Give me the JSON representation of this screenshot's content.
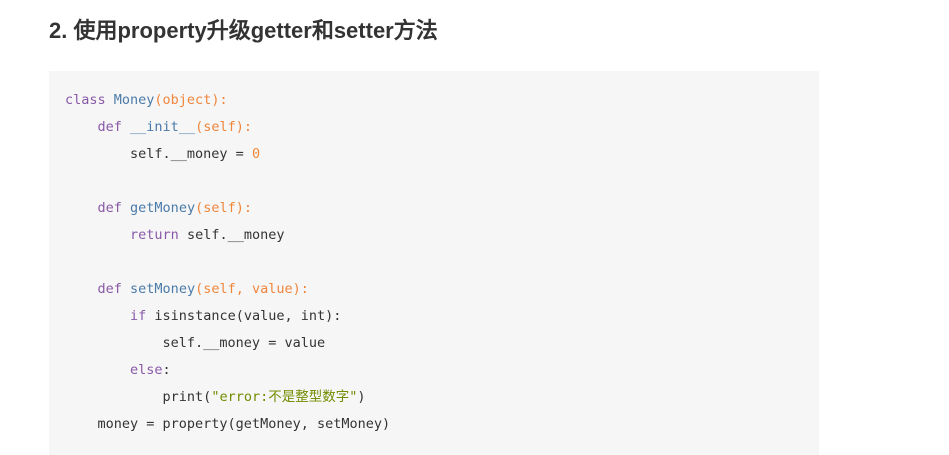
{
  "heading": "2. 使用property升级getter和setter方法",
  "code": {
    "lines": [
      [
        {
          "t": "class",
          "k": "kw"
        },
        {
          "t": " "
        },
        {
          "t": "Money",
          "k": "cls"
        },
        {
          "t": "(object):",
          "k": "param"
        }
      ],
      [
        {
          "t": "    "
        },
        {
          "t": "def",
          "k": "kw"
        },
        {
          "t": " "
        },
        {
          "t": "__init__",
          "k": "fn"
        },
        {
          "t": "(self):",
          "k": "param"
        }
      ],
      [
        {
          "t": "        self.__money = "
        },
        {
          "t": "0",
          "k": "num"
        }
      ],
      [
        {
          "t": ""
        }
      ],
      [
        {
          "t": "    "
        },
        {
          "t": "def",
          "k": "kw"
        },
        {
          "t": " "
        },
        {
          "t": "getMoney",
          "k": "fn"
        },
        {
          "t": "(self):",
          "k": "param"
        }
      ],
      [
        {
          "t": "        "
        },
        {
          "t": "return",
          "k": "kw"
        },
        {
          "t": " self.__money"
        }
      ],
      [
        {
          "t": ""
        }
      ],
      [
        {
          "t": "    "
        },
        {
          "t": "def",
          "k": "kw"
        },
        {
          "t": " "
        },
        {
          "t": "setMoney",
          "k": "fn"
        },
        {
          "t": "(self, value):",
          "k": "param"
        }
      ],
      [
        {
          "t": "        "
        },
        {
          "t": "if",
          "k": "kw"
        },
        {
          "t": " isinstance(value, int):"
        }
      ],
      [
        {
          "t": "            self.__money = value"
        }
      ],
      [
        {
          "t": "        "
        },
        {
          "t": "else",
          "k": "kw"
        },
        {
          "t": ":"
        }
      ],
      [
        {
          "t": "            print("
        },
        {
          "t": "\"error:不是整型数字\"",
          "k": "str"
        },
        {
          "t": ")"
        }
      ],
      [
        {
          "t": "    money = property(getMoney, setMoney)"
        }
      ]
    ]
  }
}
